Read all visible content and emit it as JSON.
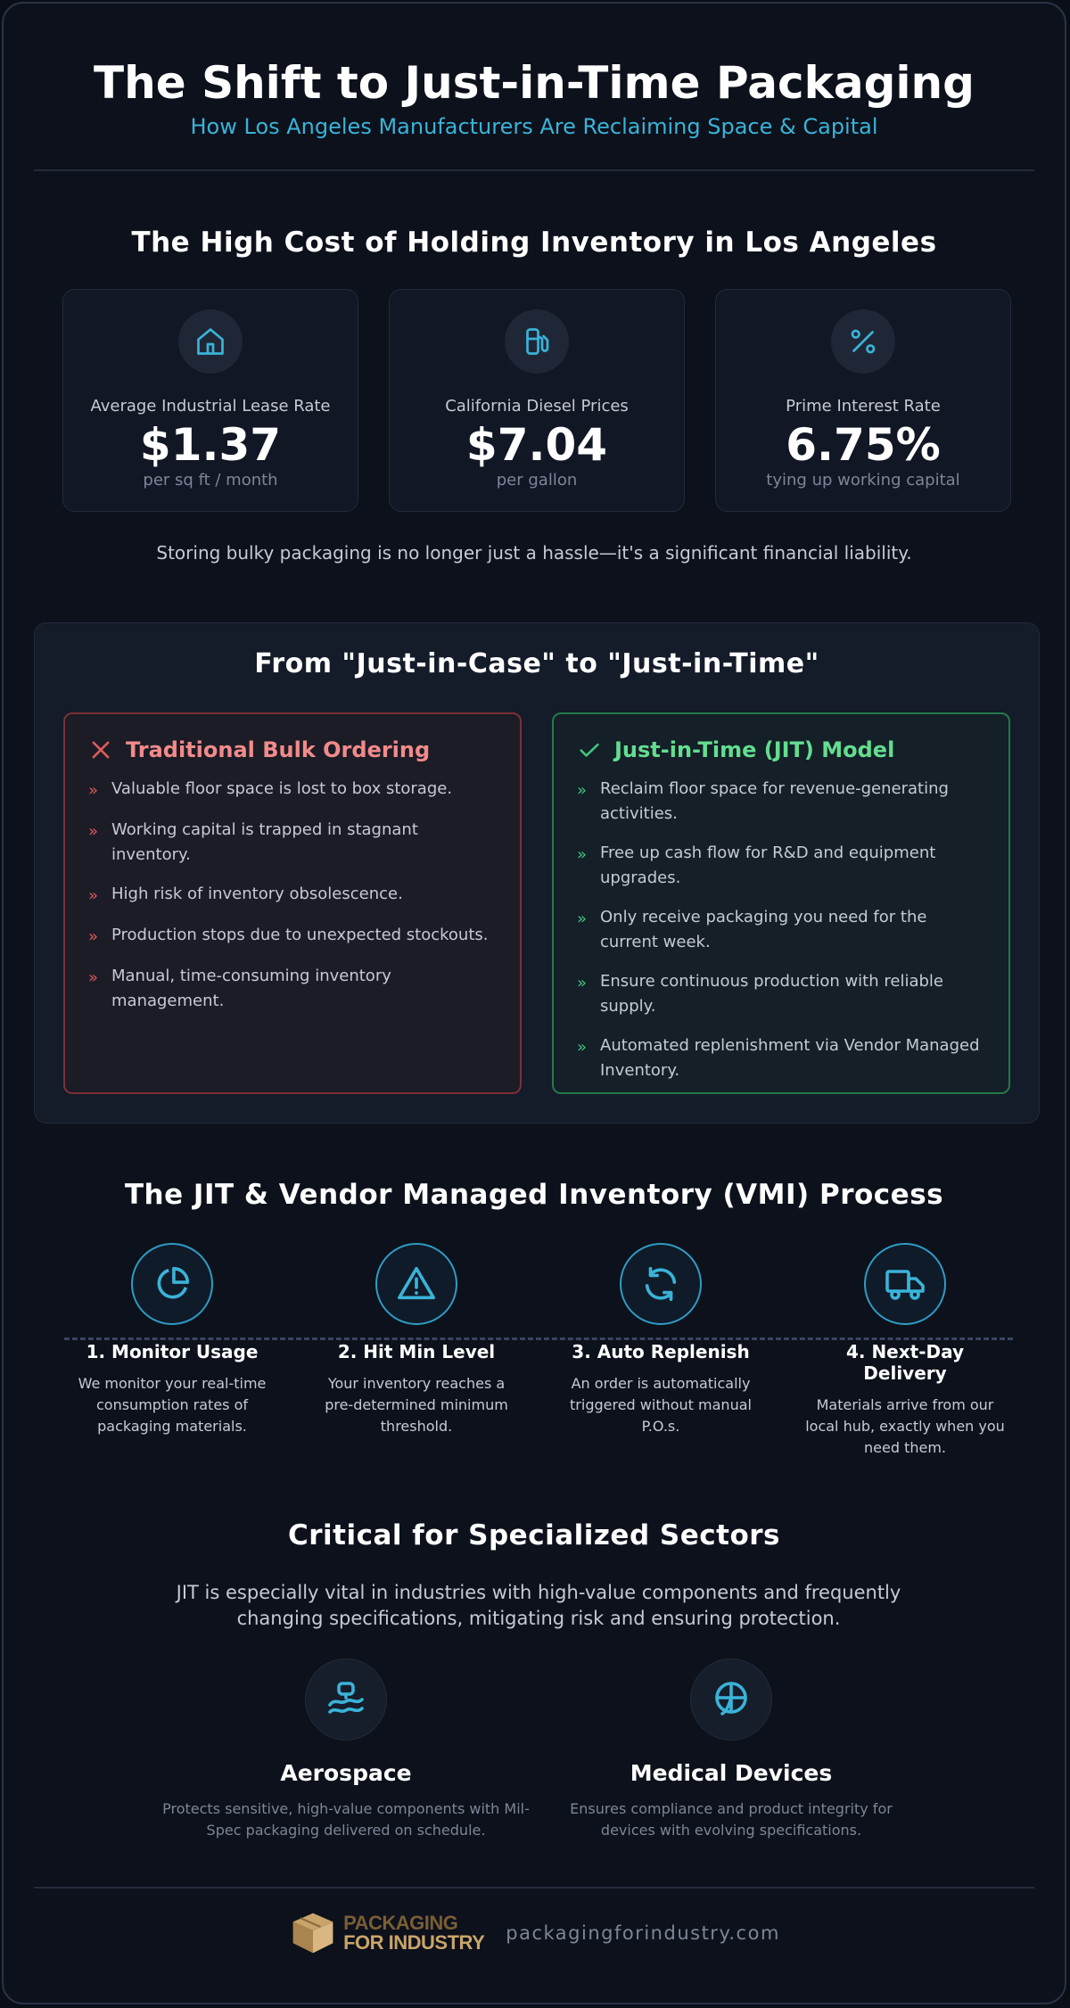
{
  "header": {
    "title": "The Shift to Just-in-Time Packaging",
    "subtitle": "How Los Angeles Manufacturers Are Reclaiming Space & Capital"
  },
  "costs": {
    "heading": "The High Cost of Holding Inventory in Los Angeles",
    "cards": [
      {
        "icon": "house-icon",
        "label": "Average Industrial Lease Rate",
        "value": "$1.37",
        "unit": "per sq ft / month"
      },
      {
        "icon": "fuel-pump-icon",
        "label": "California Diesel Prices",
        "value": "$7.04",
        "unit": "per gallon"
      },
      {
        "icon": "percent-icon",
        "label": "Prime Interest Rate",
        "value": "6.75%",
        "unit": "tying up working capital"
      }
    ],
    "note": "Storing bulky packaging is no longer just a hassle—it's a significant financial liability."
  },
  "compare": {
    "heading": "From \"Just-in-Case\" to \"Just-in-Time\"",
    "bad": {
      "title": "Traditional Bulk Ordering",
      "items": [
        "Valuable floor space is lost to box storage.",
        "Working capital is trapped in stagnant inventory.",
        "High risk of inventory obsolescence.",
        "Production stops due to unexpected stockouts.",
        "Manual, time-consuming inventory management."
      ]
    },
    "good": {
      "title": "Just-in-Time (JIT) Model",
      "items": [
        "Reclaim floor space for revenue-generating activities.",
        "Free up cash flow for R&D and equipment upgrades.",
        "Only receive packaging you need for the current week.",
        "Ensure continuous production with reliable supply.",
        "Automated replenishment via Vendor Managed Inventory."
      ]
    },
    "bullet": "»"
  },
  "process": {
    "heading": "The JIT & Vendor Managed Inventory (VMI) Process",
    "steps": [
      {
        "icon": "pie-chart-icon",
        "title": "1. Monitor Usage",
        "desc": "We monitor your real-time consumption rates of packaging materials."
      },
      {
        "icon": "warning-icon",
        "title": "2. Hit Min Level",
        "desc": "Your inventory reaches a pre-determined minimum threshold."
      },
      {
        "icon": "refresh-icon",
        "title": "3. Auto Replenish",
        "desc": "An order is automatically triggered without manual P.O.s."
      },
      {
        "icon": "truck-icon",
        "title": "4. Next-Day Delivery",
        "desc": "Materials arrive from our local hub, exactly when you need them."
      }
    ]
  },
  "sectors": {
    "heading": "Critical for Specialized Sectors",
    "intro": "JIT is especially vital in industries with high-value components and frequently changing specifications, mitigating risk and ensuring protection.",
    "items": [
      {
        "icon": "aerospace-icon",
        "name": "Aerospace",
        "desc": "Protects sensitive, high-value components with Mil-Spec packaging delivered on schedule."
      },
      {
        "icon": "medical-icon",
        "name": "Medical Devices",
        "desc": "Ensures compliance and product integrity for devices with evolving specifications."
      }
    ]
  },
  "footer": {
    "brand_line1": "PACKAGING",
    "brand_line2": "FOR INDUSTRY",
    "url": "packagingforindustry.com"
  },
  "colors": {
    "accent": "#3ab3d8",
    "bad": "#f28a8a",
    "good": "#63dd8f",
    "brand": "#c9a46a"
  }
}
